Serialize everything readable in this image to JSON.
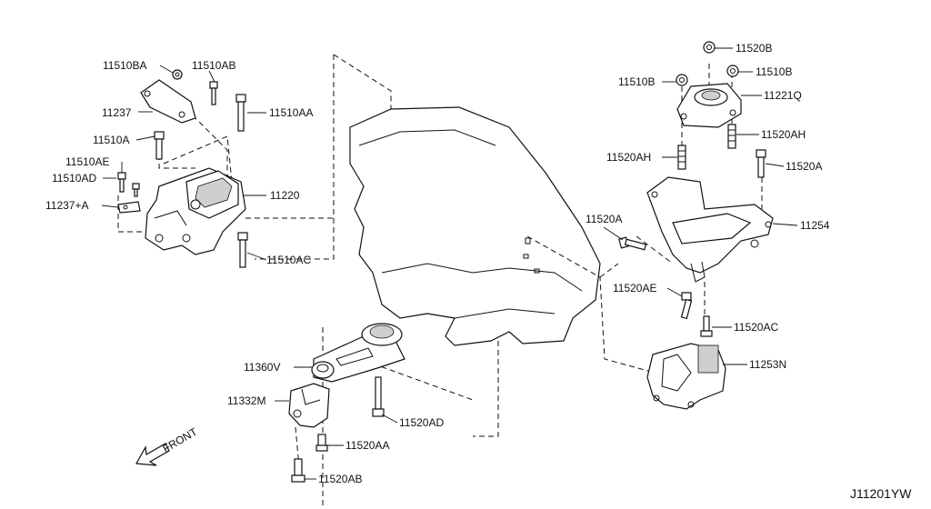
{
  "diagram": {
    "code": "J11201YW",
    "front_label": "FRONT",
    "labels": {
      "p11510BA": "11510BA",
      "p11510AB": "11510AB",
      "p11237": "11237",
      "p11510AA": "11510AA",
      "p11510A": "11510A",
      "p11510AE": "11510AE",
      "p11510AD": "11510AD",
      "p11237A": "11237+A",
      "p11220": "11220",
      "p11510AC": "11510AC",
      "p11360V": "11360V",
      "p11332M": "11332M",
      "p11520AD": "11520AD",
      "p11520AA": "11520AA",
      "p11520AB": "11520AB",
      "p11520B": "11520B",
      "p11510B_a": "11510B",
      "p11510B_b": "11510B",
      "p11221Q": "11221Q",
      "p11520AH_a": "11520AH",
      "p11520AH_b": "11520AH",
      "p11520A_a": "11520A",
      "p11520A_b": "11520A",
      "p11254": "11254",
      "p11520AE": "11520AE",
      "p11520AC": "11520AC",
      "p11253N": "11253N"
    }
  }
}
